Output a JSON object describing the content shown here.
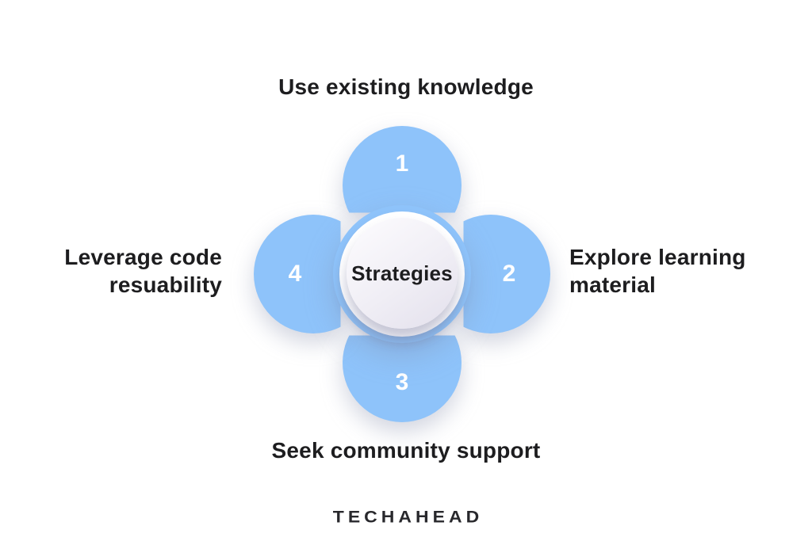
{
  "diagram": {
    "center_label": "Strategies",
    "petals": {
      "top": {
        "number": "1",
        "label": "Use existing knowledge"
      },
      "right": {
        "number": "2",
        "label": "Explore learning material"
      },
      "bottom": {
        "number": "3",
        "label": "Seek community support"
      },
      "left": {
        "number": "4",
        "label": "Leverage code resuability"
      }
    }
  },
  "brand": "TECHAHEAD",
  "colors": {
    "petal_blue": "#8ec3fa",
    "hub_gradient_start": "#fbfafd",
    "hub_gradient_end": "#e3e0ec",
    "text": "#1d1d1f",
    "number_text": "#ffffff",
    "background": "#ffffff"
  }
}
